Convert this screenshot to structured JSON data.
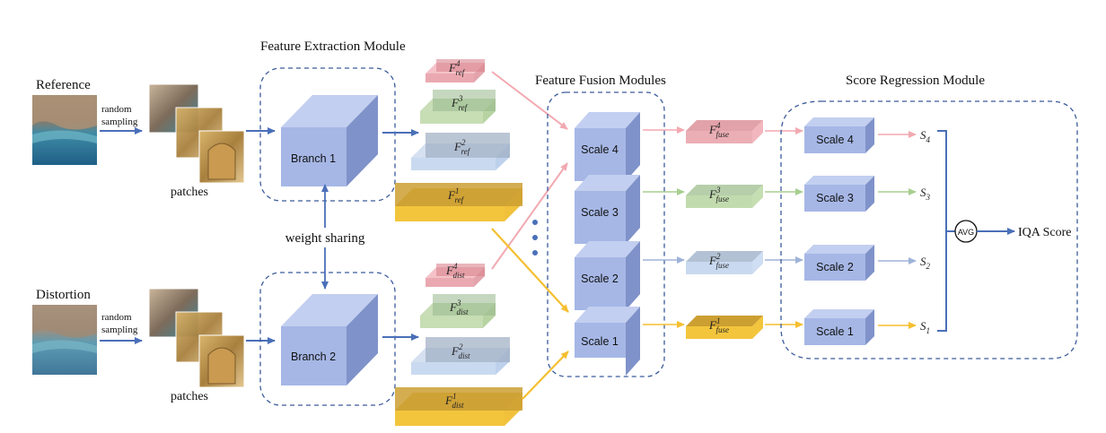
{
  "titles": {
    "feature_extraction": "Feature Extraction Module",
    "feature_fusion": "Feature Fusion Modules",
    "score_regression": "Score Regression Module"
  },
  "inputs": {
    "reference": "Reference",
    "distortion": "Distortion",
    "random": "random",
    "sampling": "sampling",
    "patches": "patches"
  },
  "branches": {
    "branch1": "Branch 1",
    "branch2": "Branch 2",
    "weight_sharing": "weight sharing"
  },
  "features": {
    "ref": {
      "base": "F",
      "sub": "ref",
      "sups": [
        "4",
        "3",
        "2",
        "1"
      ]
    },
    "dist": {
      "base": "F",
      "sub": "dist",
      "sups": [
        "4",
        "3",
        "2",
        "1"
      ]
    },
    "fuse": {
      "base": "F",
      "sub": "fuse",
      "sups": [
        "4",
        "3",
        "2",
        "1"
      ]
    }
  },
  "fusion_scales": [
    "Scale 4",
    "Scale 3",
    "Scale 2",
    "Scale 1"
  ],
  "regression_scales": [
    "Scale 4",
    "Scale 3",
    "Scale 2",
    "Scale 1"
  ],
  "scores": {
    "base": "S",
    "subs": [
      "4",
      "3",
      "2",
      "1"
    ]
  },
  "avg": "AVG",
  "output": "IQA Score",
  "colors": {
    "scale4": "#e8a0a8",
    "scale3": "#a8c898",
    "scale2": "#a9bcd8",
    "scale1": "#f2c040",
    "arrow_blue": "#4a6fb8",
    "cube": "#a8b8e0",
    "dashed": "#3b5b9b"
  }
}
